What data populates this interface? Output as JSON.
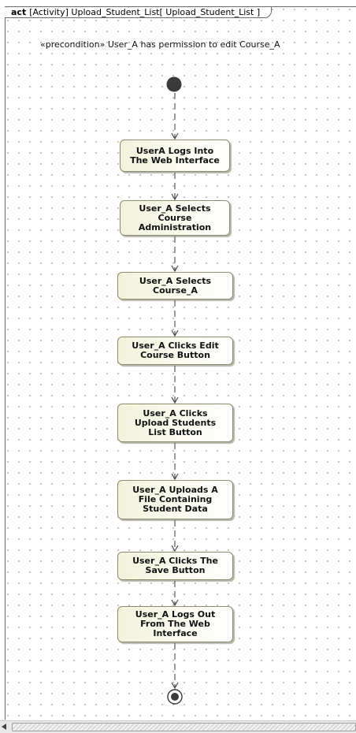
{
  "frame": {
    "keyword": "act",
    "title": "[Activity] Upload_Student_List[ Upload_Student_List ]"
  },
  "precondition": "«precondition» User_A has permission to edit Course_A",
  "actions": [
    "UserA Logs Into\nThe Web Interface",
    "User_A Selects\nCourse\nAdministration",
    "User_A Selects\nCourse_A",
    "User_A Clicks Edit\nCourse Button",
    "User_A Clicks\nUpload Students\nList Button",
    "User_A Uploads A\nFile Containing\nStudent Data",
    "User_A Clicks The\nSave Button",
    "User_A Logs Out\nFrom The Web\nInterface"
  ],
  "colors": {
    "flow": "#4a4a4a",
    "action_border": "#8c8c6c",
    "action_fill": "#f2f2dc",
    "initial_node": "#3a3a3a"
  },
  "icons": {
    "initial": "initial-node-icon",
    "final": "activity-final-node-icon",
    "scroll_left": "scroll-left-arrow-icon"
  }
}
